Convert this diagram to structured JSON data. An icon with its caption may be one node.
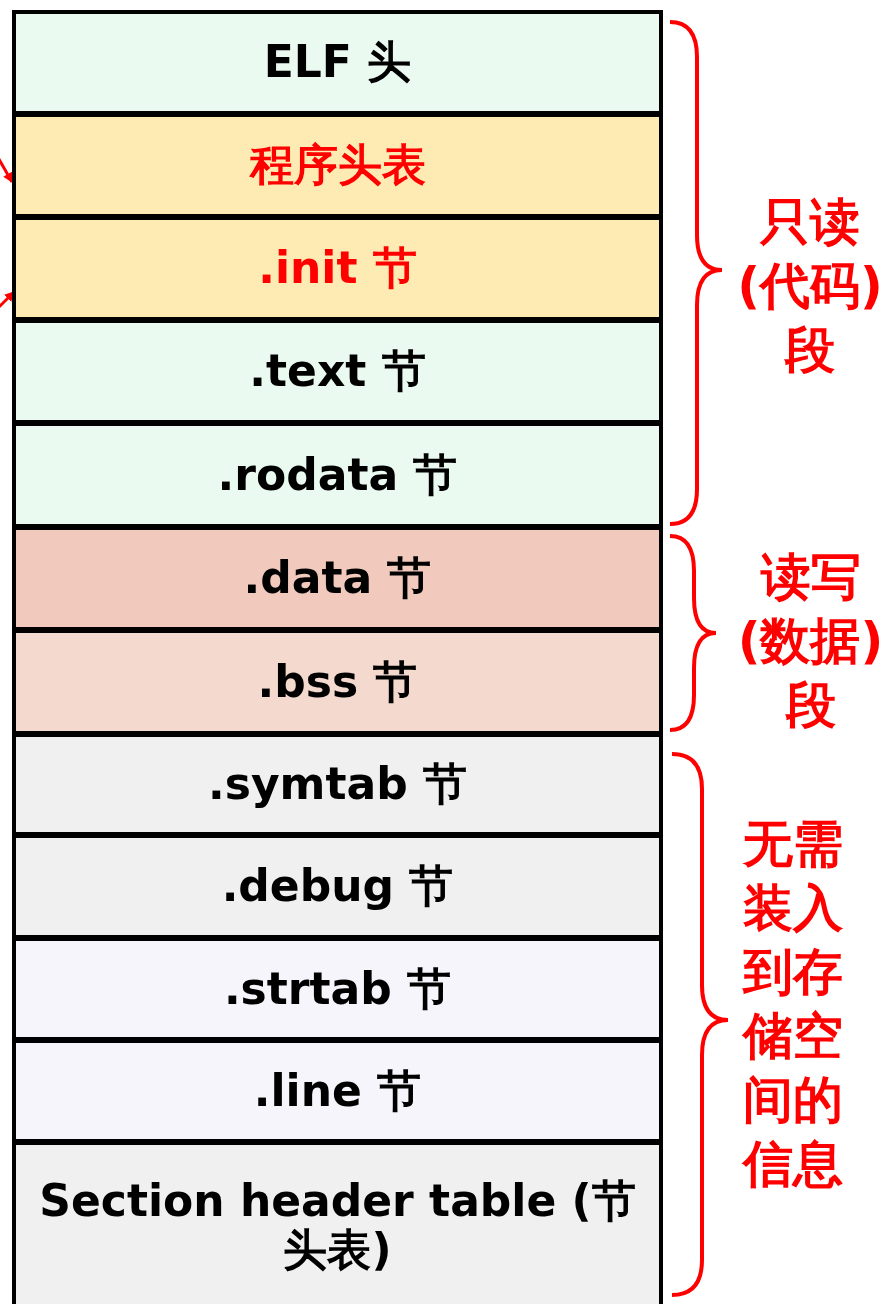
{
  "diagram": {
    "nodes": [
      {
        "text": [
          "ELF 头"
        ]
      },
      {
        "text": [
          "程序头表"
        ]
      },
      {
        "text": [
          ".init 节"
        ]
      },
      {
        "text": [
          ".text 节"
        ]
      },
      {
        "text": [
          ".rodata 节"
        ]
      },
      {
        "text": [
          ".data 节"
        ]
      },
      {
        "text": [
          ".bss 节"
        ]
      },
      {
        "text": [
          ".symtab 节"
        ]
      },
      {
        "text": [
          ".debug 节"
        ]
      },
      {
        "text": [
          ".strtab 节"
        ]
      },
      {
        "text": [
          ".line 节"
        ]
      },
      {
        "text": [
          "Section header table (节头表)"
        ]
      }
    ],
    "edges": [
      {
        "from": null,
        "to": 1,
        "arrow": "to"
      },
      {
        "from": null,
        "to": 2,
        "arrow": "to"
      }
    ],
    "labels": [
      "只读(代码)段",
      "读写(数据)段",
      "无需装入到存储空间的信息"
    ]
  }
}
